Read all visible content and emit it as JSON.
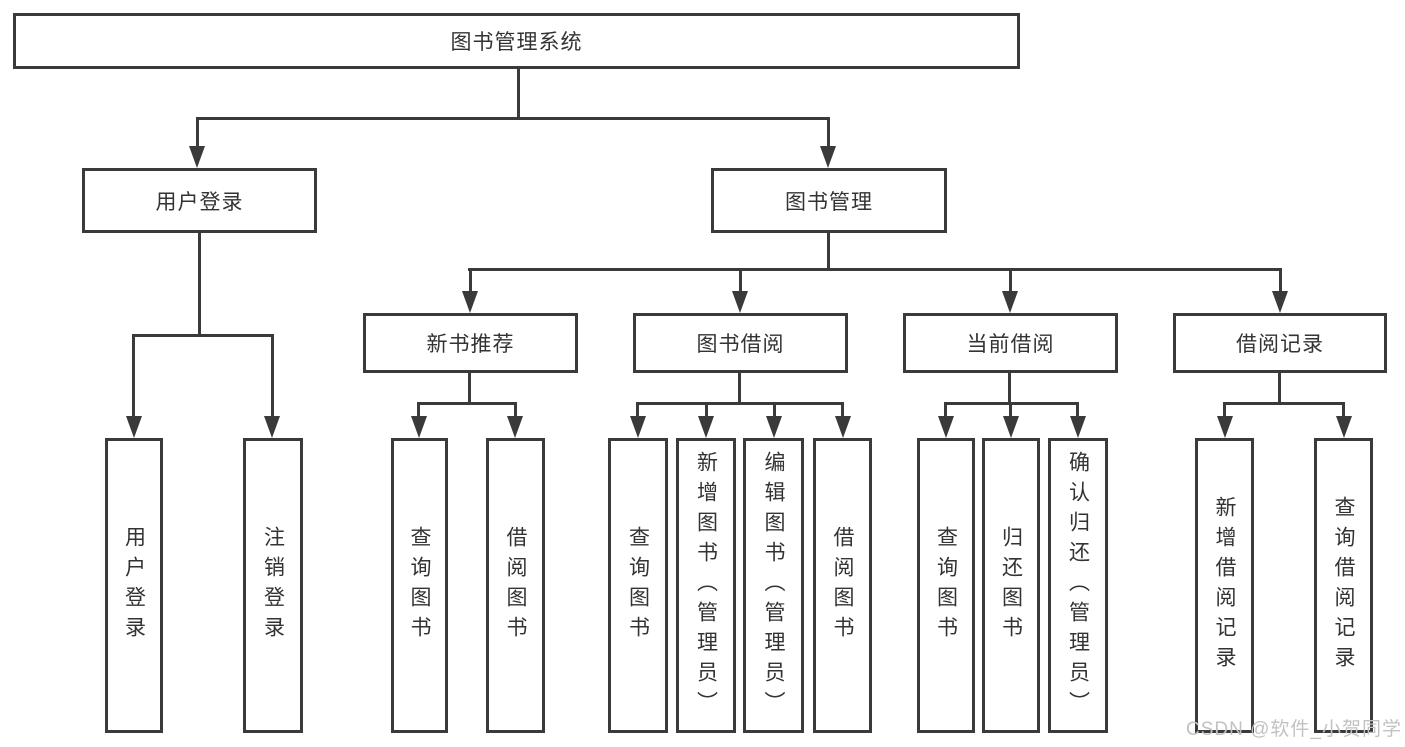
{
  "diagram_title": "图书管理系统",
  "colors": {
    "line": "#3a3a3a",
    "text": "#333333",
    "watermark": "#c2c2c2",
    "bg": "#ffffff"
  },
  "nodes": {
    "root": {
      "label": "图书管理系统"
    },
    "level2": [
      {
        "label": "用户登录",
        "parent": "图书管理系统"
      },
      {
        "label": "图书管理",
        "parent": "图书管理系统"
      }
    ],
    "level3": [
      {
        "label": "新书推荐",
        "parent": "图书管理"
      },
      {
        "label": "图书借阅",
        "parent": "图书管理"
      },
      {
        "label": "当前借阅",
        "parent": "图书管理"
      },
      {
        "label": "借阅记录",
        "parent": "图书管理"
      }
    ],
    "leaves": [
      {
        "label": "用户登录",
        "parent": "用户登录"
      },
      {
        "label": "注销登录",
        "parent": "用户登录"
      },
      {
        "label": "查询图书",
        "parent": "新书推荐"
      },
      {
        "label": "借阅图书",
        "parent": "新书推荐"
      },
      {
        "label": "查询图书",
        "parent": "图书借阅"
      },
      {
        "label": "新增图书（管理员）",
        "parent": "图书借阅"
      },
      {
        "label": "编辑图书（管理员）",
        "parent": "图书借阅"
      },
      {
        "label": "借阅图书",
        "parent": "图书借阅"
      },
      {
        "label": "查询图书",
        "parent": "当前借阅"
      },
      {
        "label": "归还图书",
        "parent": "当前借阅"
      },
      {
        "label": "确认归还（管理员）",
        "parent": "当前借阅"
      },
      {
        "label": "新增借阅记录",
        "parent": "借阅记录"
      },
      {
        "label": "查询借阅记录",
        "parent": "借阅记录"
      }
    ]
  },
  "watermark": {
    "text": "CSDN @软件_小贺同学"
  }
}
